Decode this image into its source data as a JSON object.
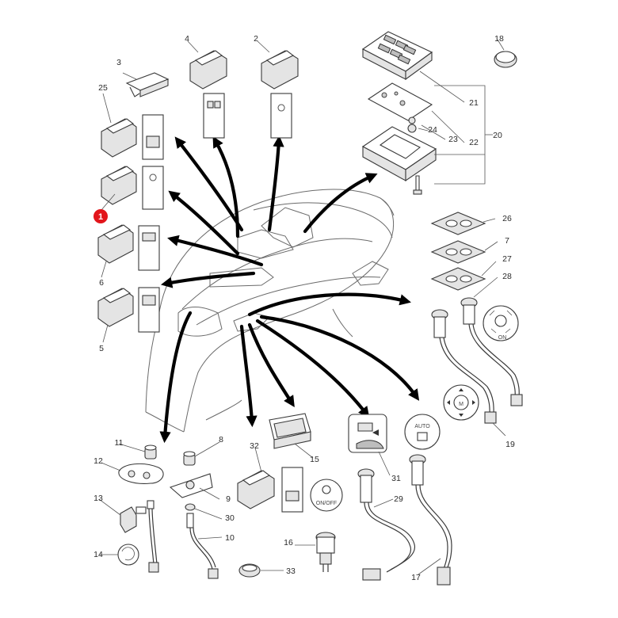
{
  "diagram": {
    "marker": {
      "label": "1",
      "color": "#e2151b"
    },
    "callouts": {
      "p2": "2",
      "p3": "3",
      "p4": "4",
      "p5": "5",
      "p6": "6",
      "p7": "7",
      "p8": "8",
      "p9": "9",
      "p10": "10",
      "p11": "11",
      "p12": "12",
      "p13": "13",
      "p14": "14",
      "p15": "15",
      "p16": "16",
      "p17": "17",
      "p18": "18",
      "p19": "19",
      "p20": "20",
      "p21": "21",
      "p22": "22",
      "p23": "23",
      "p24": "24",
      "p25": "25",
      "p26": "26",
      "p27": "27",
      "p28": "28",
      "p29": "29",
      "p30": "30",
      "p31": "31",
      "p32": "32",
      "p33": "33"
    },
    "symbols": {
      "auto": "AUTO",
      "on_off": "ON/OFF",
      "on": "ON",
      "motor": "M"
    },
    "colors": {
      "arrow": "#000000",
      "line": "#3a3a3a",
      "marker": "#e2151b"
    }
  }
}
